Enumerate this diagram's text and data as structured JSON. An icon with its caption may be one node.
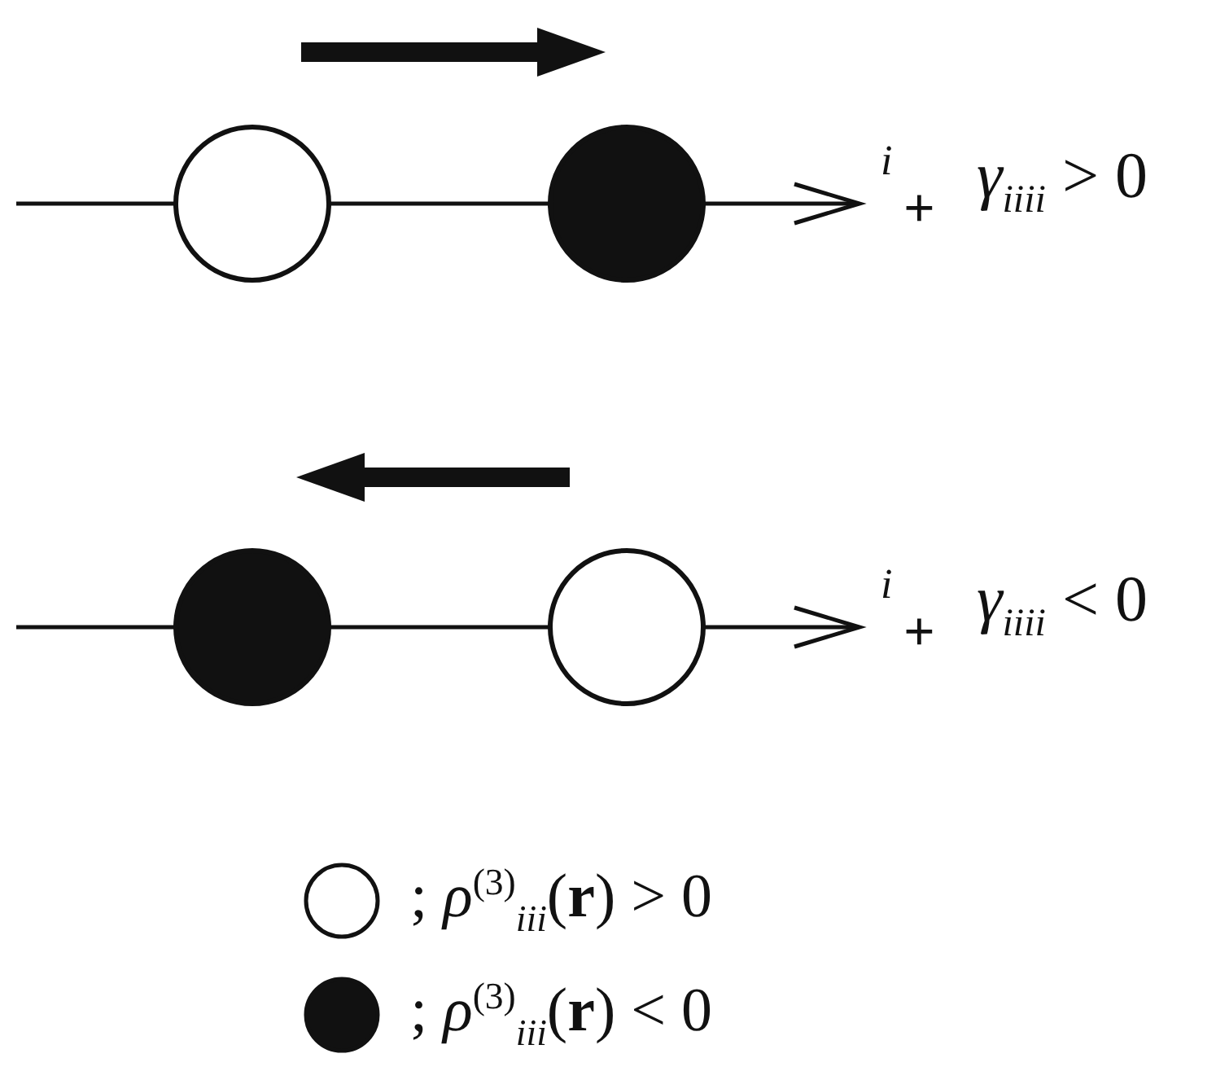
{
  "diagram": {
    "nodes": [
      {
        "text": [],
        "shape": "circle"
      },
      {
        "text": [],
        "shape": "circle"
      },
      {
        "text": [],
        "shape": "circle"
      },
      {
        "text": [],
        "shape": "circle"
      }
    ],
    "labels": [
      "i",
      "+",
      "*γ*$_{iiii}$ > 0",
      "i",
      "+",
      "*γ*$_{iiii}$ < 0"
    ],
    "legend": [
      {
        "text": "; *ρ*$^{(3)}$$_{iii}$(**r**) > 0"
      },
      {
        "text": "; *ρ*$^{(3)}$$_{iii}$(**r**) < 0"
      }
    ]
  }
}
